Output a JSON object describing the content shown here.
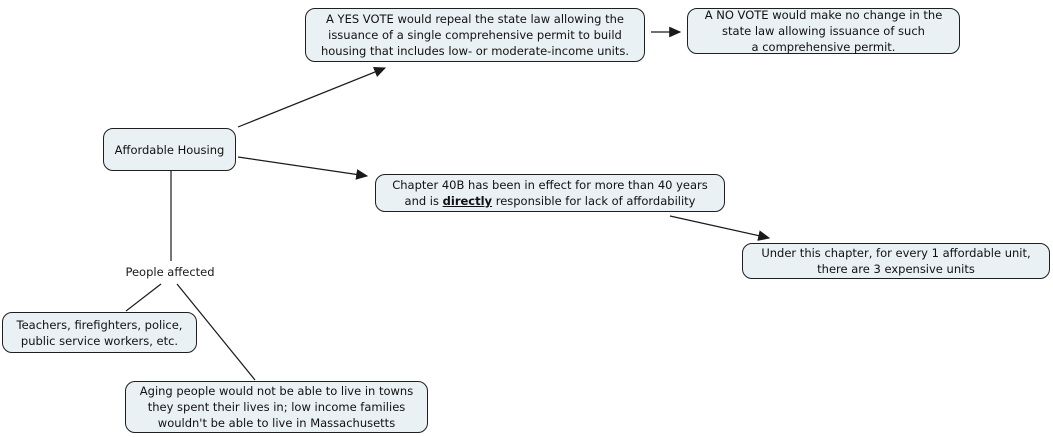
{
  "diagram": {
    "title": "Affordable Housing concept map",
    "colors": {
      "node_fill": "#e9f1f4",
      "node_border": "#1f1f1f",
      "text": "#111111",
      "connector": "#1a1a1a",
      "background": "#ffffff"
    },
    "nodes": {
      "yes_vote": {
        "text": "A YES VOTE would repeal the state law allowing the\nissuance of a single comprehensive permit to build\nhousing that includes low- or moderate-income units."
      },
      "no_vote": {
        "text": "A NO VOTE would make no change in the\nstate law allowing issuance of such\na comprehensive permit."
      },
      "affordable_housing": {
        "text": "Affordable Housing"
      },
      "chapter_40b": {
        "text_before": "Chapter 40B has been in effect for more than 40 years\nand is ",
        "text_emphasis": "directly",
        "text_after": " responsible for lack of affordability"
      },
      "under_chapter": {
        "text": "Under this chapter, for every 1 affordable unit,\nthere are 3 expensive units"
      },
      "people_affected": {
        "text": "People affected"
      },
      "teachers": {
        "text": "Teachers, firefighters, police,\npublic service workers, etc."
      },
      "aging_people": {
        "text": "Aging people would not be able to live in towns\nthey spent their lives in; low income families\nwouldn't be able to live in Massachusetts"
      }
    },
    "connectors": [
      {
        "from": "affordable_housing",
        "to": "yes_vote",
        "arrow": true
      },
      {
        "from": "yes_vote",
        "to": "no_vote",
        "arrow": true
      },
      {
        "from": "affordable_housing",
        "to": "chapter_40b",
        "arrow": true
      },
      {
        "from": "chapter_40b",
        "to": "under_chapter",
        "arrow": true
      },
      {
        "from": "affordable_housing",
        "to": "people_affected",
        "arrow": false
      },
      {
        "from": "people_affected",
        "to": "teachers",
        "arrow": false
      },
      {
        "from": "people_affected",
        "to": "aging_people",
        "arrow": false
      }
    ]
  }
}
